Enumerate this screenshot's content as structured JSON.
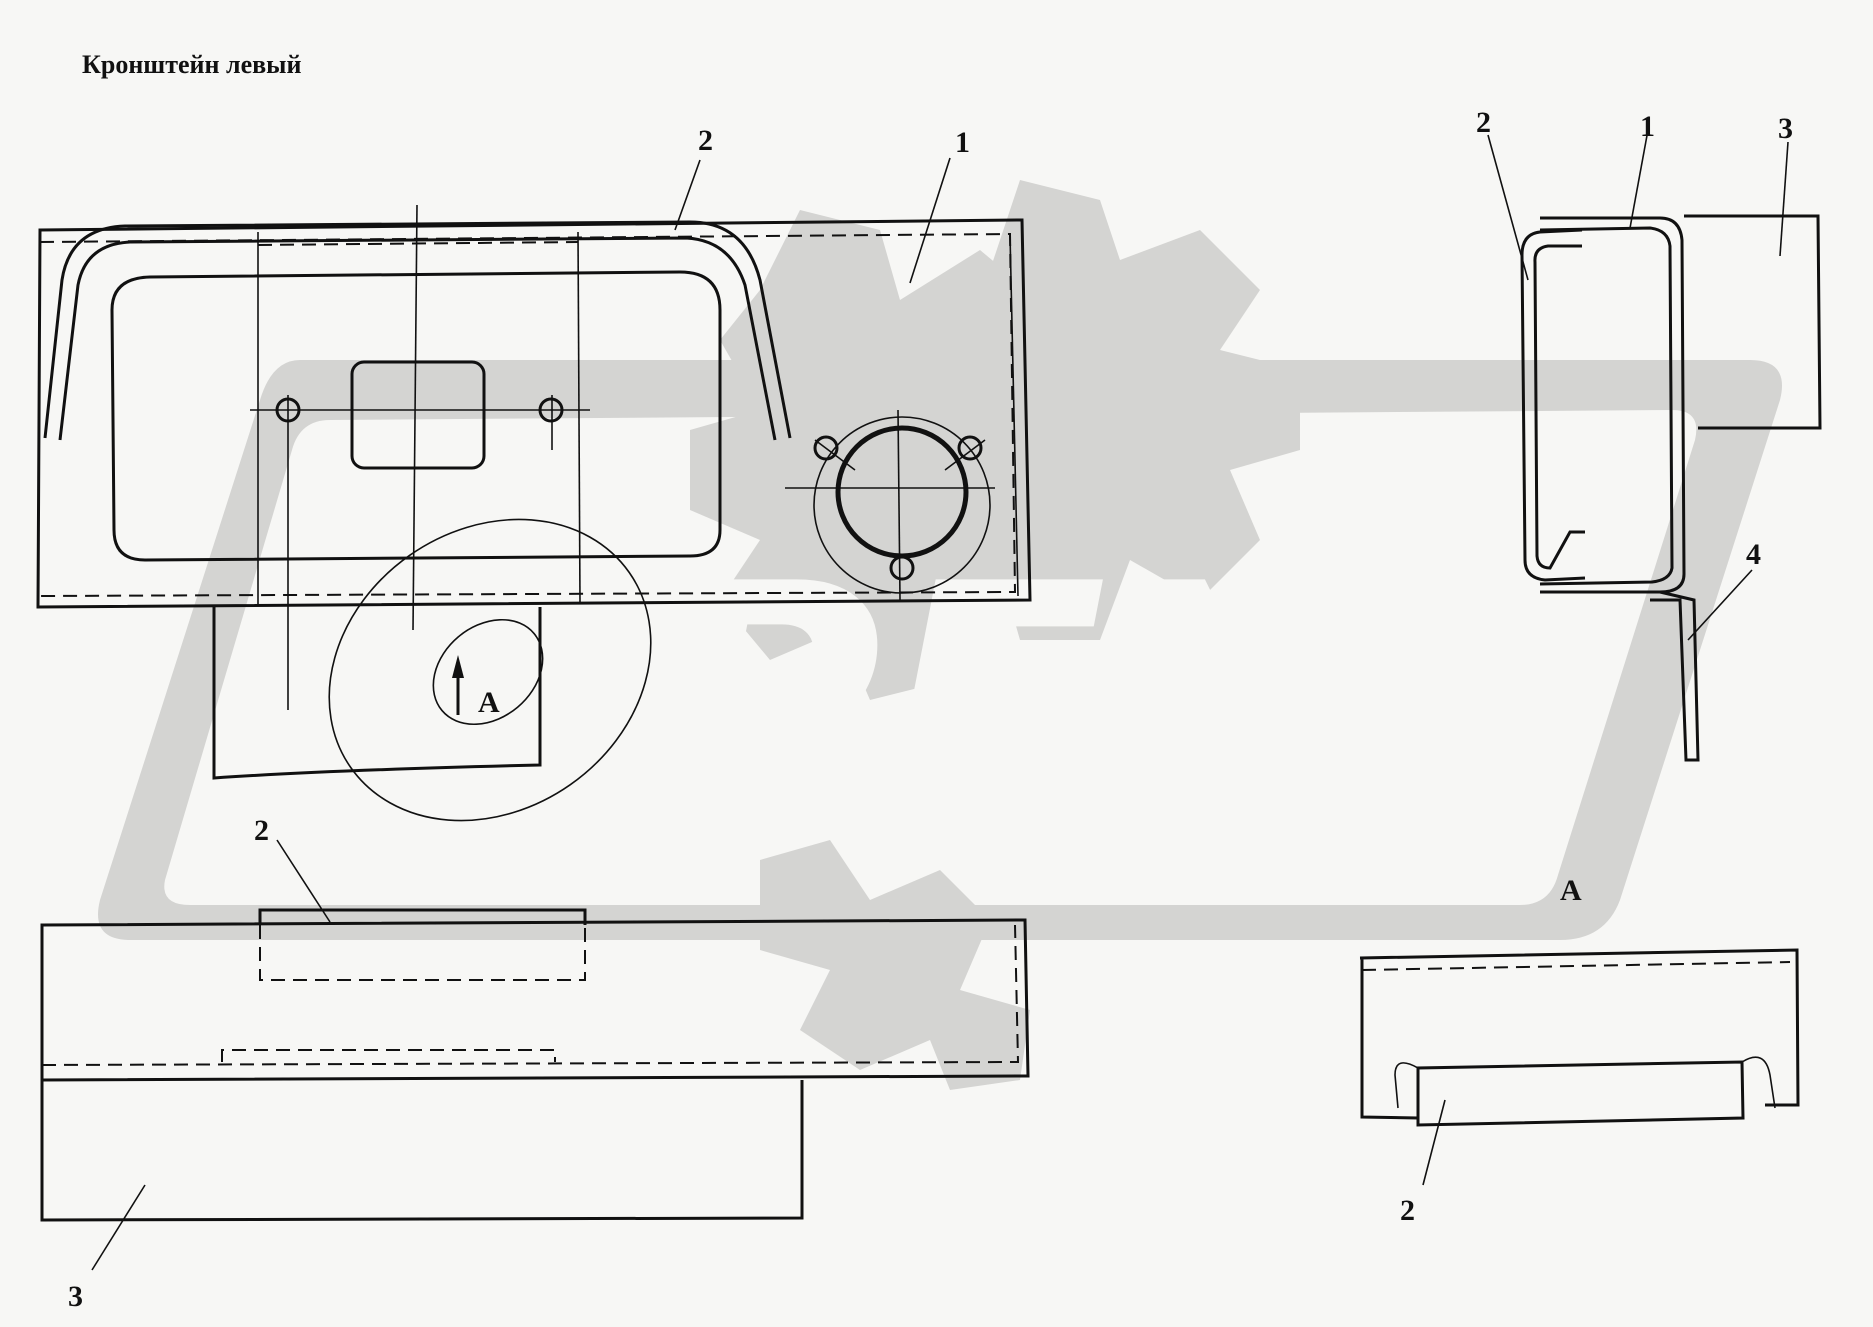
{
  "title": "Кронштейн левый",
  "watermark": {
    "text": "PEX",
    "color": "#d4d4d2"
  },
  "callouts": {
    "top_view_2": "2",
    "top_view_1": "1",
    "section_2": "2",
    "section_1": "1",
    "section_3": "3",
    "section_4": "4",
    "front_view_2": "2",
    "front_view_3": "3",
    "view_a_2": "2"
  },
  "view_labels": {
    "arrow_a": "А",
    "view_a": "А"
  }
}
